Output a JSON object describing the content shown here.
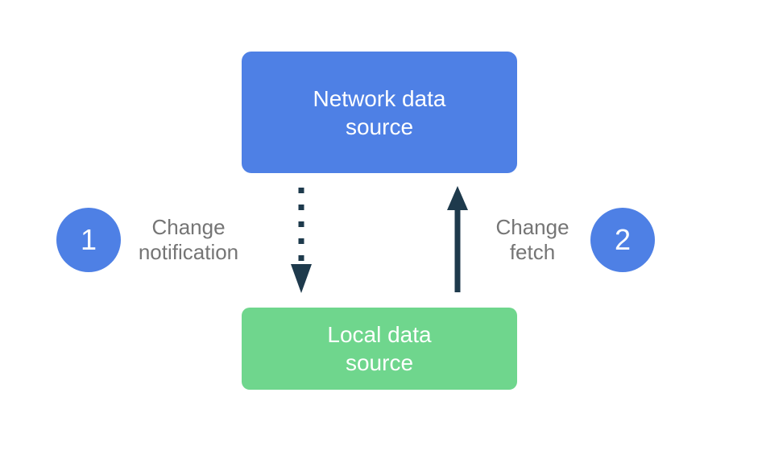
{
  "diagram": {
    "title": "offline-first data sync diagram",
    "nodes": {
      "network": {
        "label": "Network data\nsource"
      },
      "local": {
        "label": "Local data\nsource"
      }
    },
    "steps": [
      {
        "number": "1",
        "label": "Change\nnotification"
      },
      {
        "number": "2",
        "label": "Change\nfetch"
      }
    ],
    "arrows": [
      {
        "name": "change-notification",
        "style": "dotted",
        "direction": "down",
        "from": "network",
        "to": "local"
      },
      {
        "name": "change-fetch",
        "style": "solid",
        "direction": "up",
        "from": "local",
        "to": "network"
      }
    ]
  },
  "colors": {
    "node-network": "#4E80E5",
    "node-local": "#6FD68D",
    "step-badge": "#4E80E5",
    "arrow": "#1E3A4C",
    "label-text": "#757575",
    "node-text": "#FFFFFF",
    "background": "#FFFFFF"
  }
}
